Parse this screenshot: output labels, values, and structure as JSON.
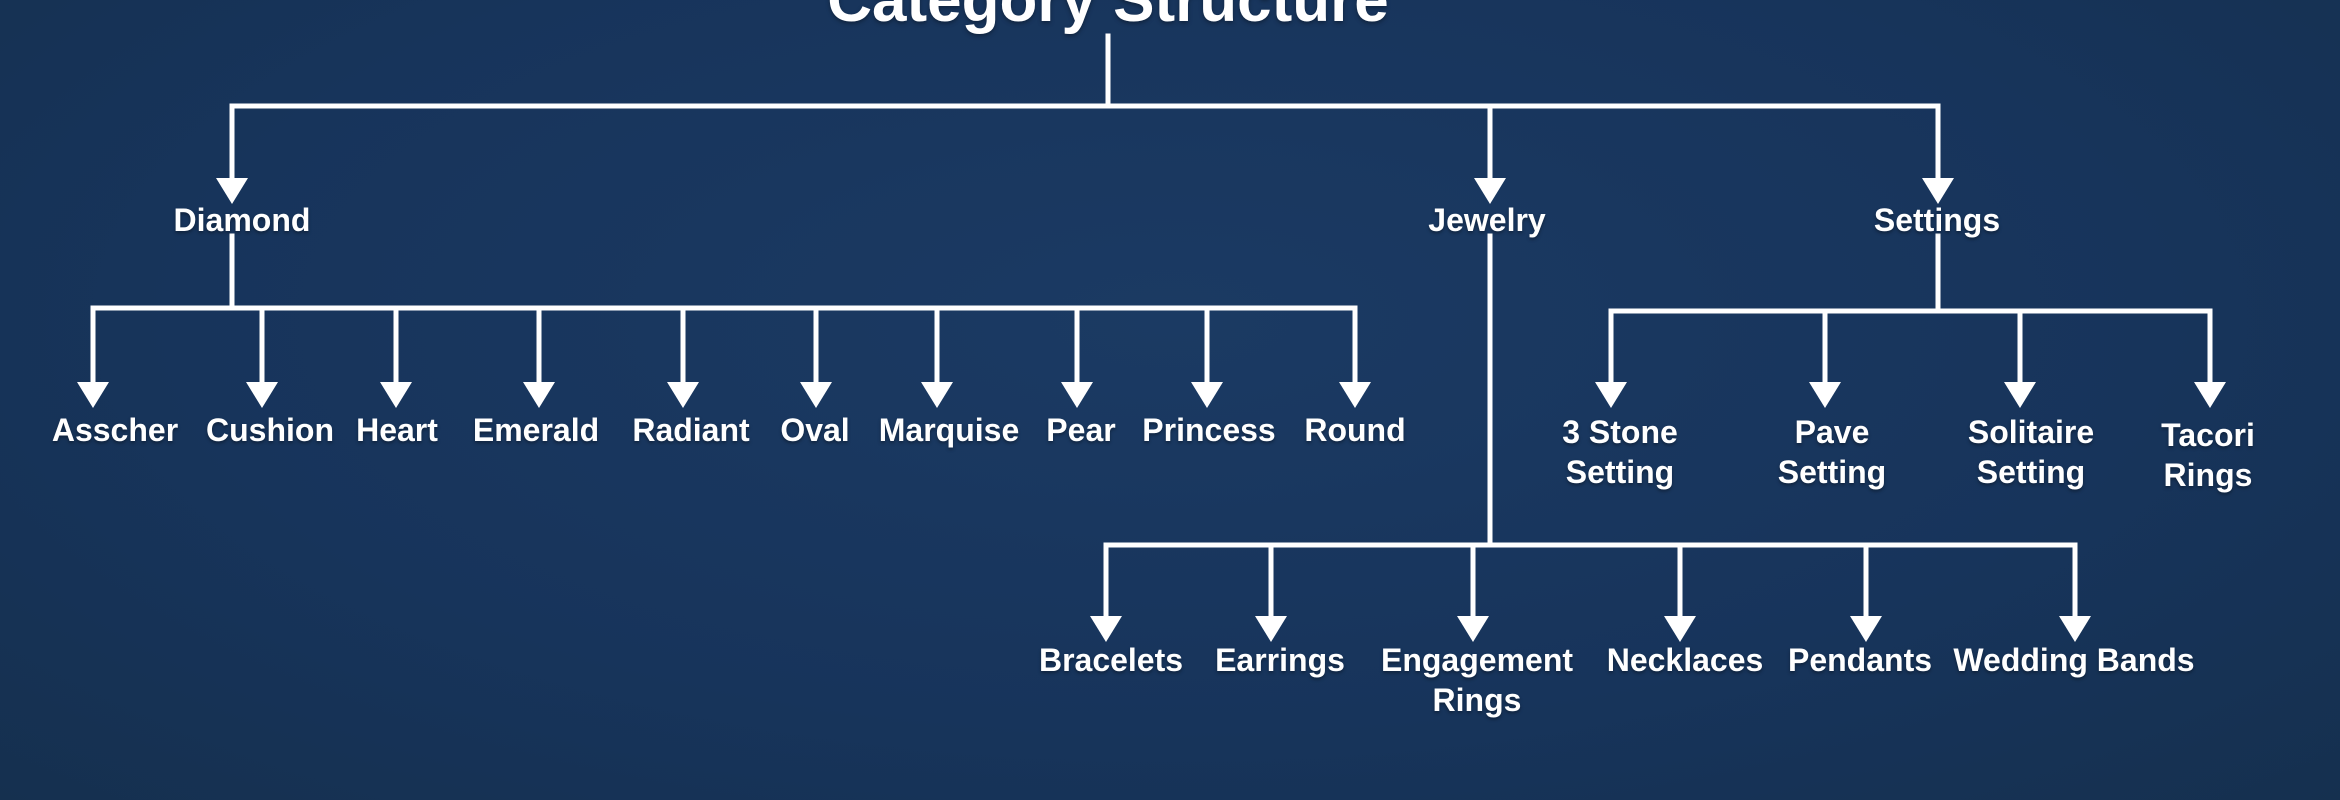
{
  "title": "Category Structure",
  "colors": {
    "background": "#18355d",
    "line": "#ffffff",
    "text": "#ffffff"
  },
  "categories": [
    {
      "label": [
        "Diamond"
      ],
      "children": [
        [
          "Asscher"
        ],
        [
          "Cushion"
        ],
        [
          "Heart"
        ],
        [
          "Emerald"
        ],
        [
          "Radiant"
        ],
        [
          "Oval"
        ],
        [
          "Marquise"
        ],
        [
          "Pear"
        ],
        [
          "Princess"
        ],
        [
          "Round"
        ]
      ]
    },
    {
      "label": [
        "Jewelry"
      ],
      "children": [
        [
          "Bracelets"
        ],
        [
          "Earrings"
        ],
        [
          "Engagement",
          "Rings"
        ],
        [
          "Necklaces"
        ],
        [
          "Pendants"
        ],
        [
          "Wedding Bands"
        ]
      ]
    },
    {
      "label": [
        "Settings"
      ],
      "children": [
        [
          "3 Stone",
          "Setting"
        ],
        [
          "Pave",
          "Setting"
        ],
        [
          "Solitaire",
          "Setting"
        ],
        [
          "Tacori",
          "Rings"
        ]
      ]
    }
  ]
}
